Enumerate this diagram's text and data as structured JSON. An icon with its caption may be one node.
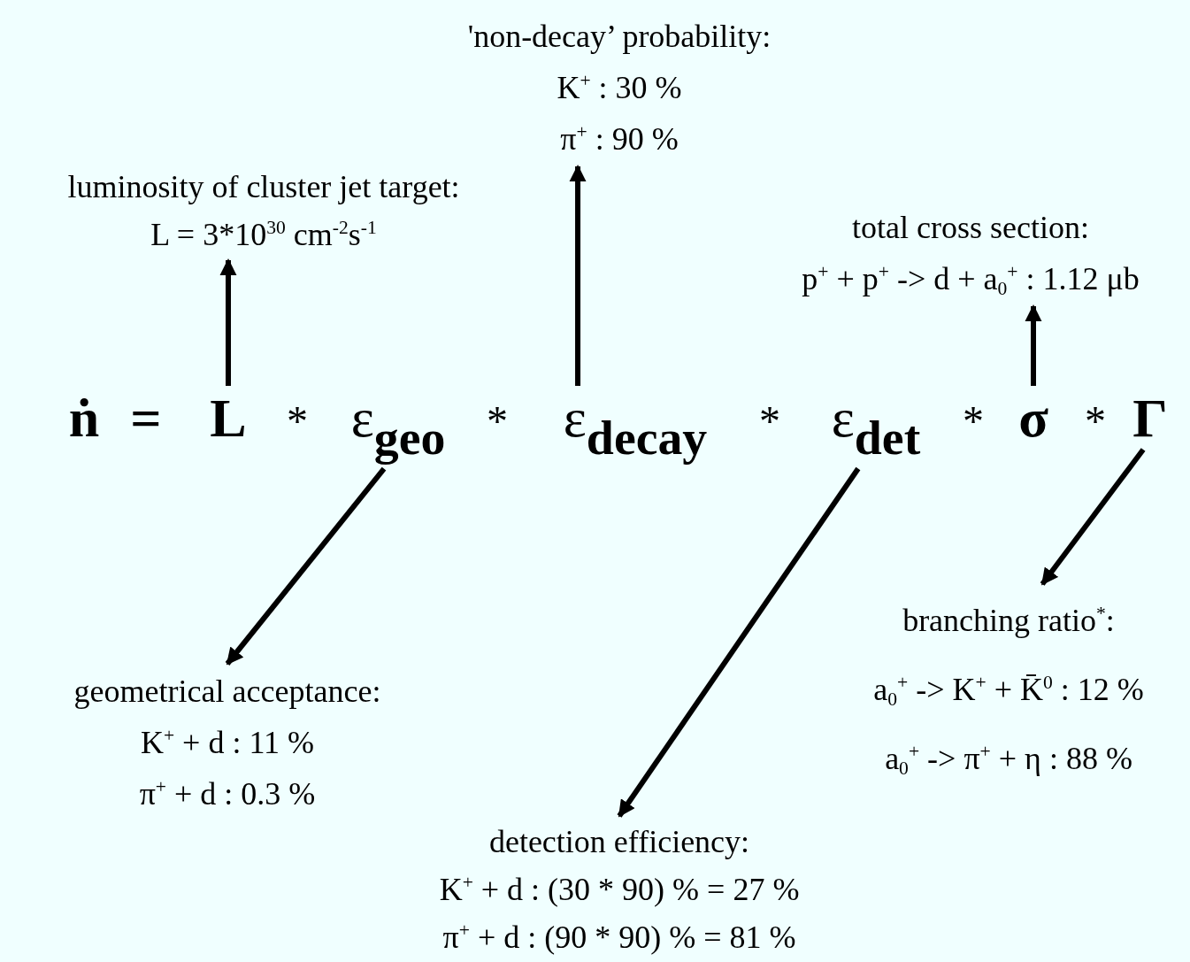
{
  "diagram": {
    "nodes": [
      {
        "text": [
          "'non-decay’ probability:",
          "K$^{+}$ : 30 %",
          "π$^{+}$ : 90 %"
        ]
      },
      {
        "text": [
          "luminosity of cluster jet target:",
          "L = 3*10$^{30}$ cm$^{-2}$s$^{-1}$"
        ]
      },
      {
        "text": [
          "total cross section:",
          "p$^{+}$ + p$^{+}$ -> d + a$_{0}$$^{+}$ : 1.12 μb"
        ]
      },
      {
        "text": [
          "L"
        ]
      },
      {
        "text": [
          "ε$_{geo}$"
        ]
      },
      {
        "text": [
          "ε$_{decay}$"
        ]
      },
      {
        "text": [
          "ε$_{det}$"
        ]
      },
      {
        "text": [
          "σ"
        ]
      },
      {
        "text": [
          "Γ"
        ]
      },
      {
        "text": [
          "branching ratio$^{*}$:",
          "a$_{0}$$^{+}$ -> K$^{+}$ + K̄$^{0}$ : 12 %",
          "a$_{0}$$^{+}$ ->  π$^{+}$  +  η : 88 %"
        ]
      },
      {
        "text": [
          "geometrical acceptance:",
          "K$^{+}$ + d : 11 %",
          "π$^{+}$ + d  :  0.3 %"
        ]
      },
      {
        "text": [
          "detection efficiency:",
          "K$^{+}$ + d : (30 * 90) % = 27 %",
          "π$^{+}$ + d : (90 * 90) % = 81 %"
        ]
      }
    ],
    "edges": [
      {
        "from": 3,
        "to": 1,
        "arrow": "to"
      },
      {
        "from": 5,
        "to": 0,
        "arrow": "to"
      },
      {
        "from": 7,
        "to": 2,
        "arrow": "to"
      },
      {
        "from": 4,
        "to": 10,
        "arrow": "to"
      },
      {
        "from": 6,
        "to": 11,
        "arrow": "to"
      },
      {
        "from": 8,
        "to": 9,
        "arrow": "to"
      }
    ],
    "labels": [
      "ṅ",
      "=",
      "*",
      "*",
      "*",
      "*",
      "*"
    ]
  }
}
